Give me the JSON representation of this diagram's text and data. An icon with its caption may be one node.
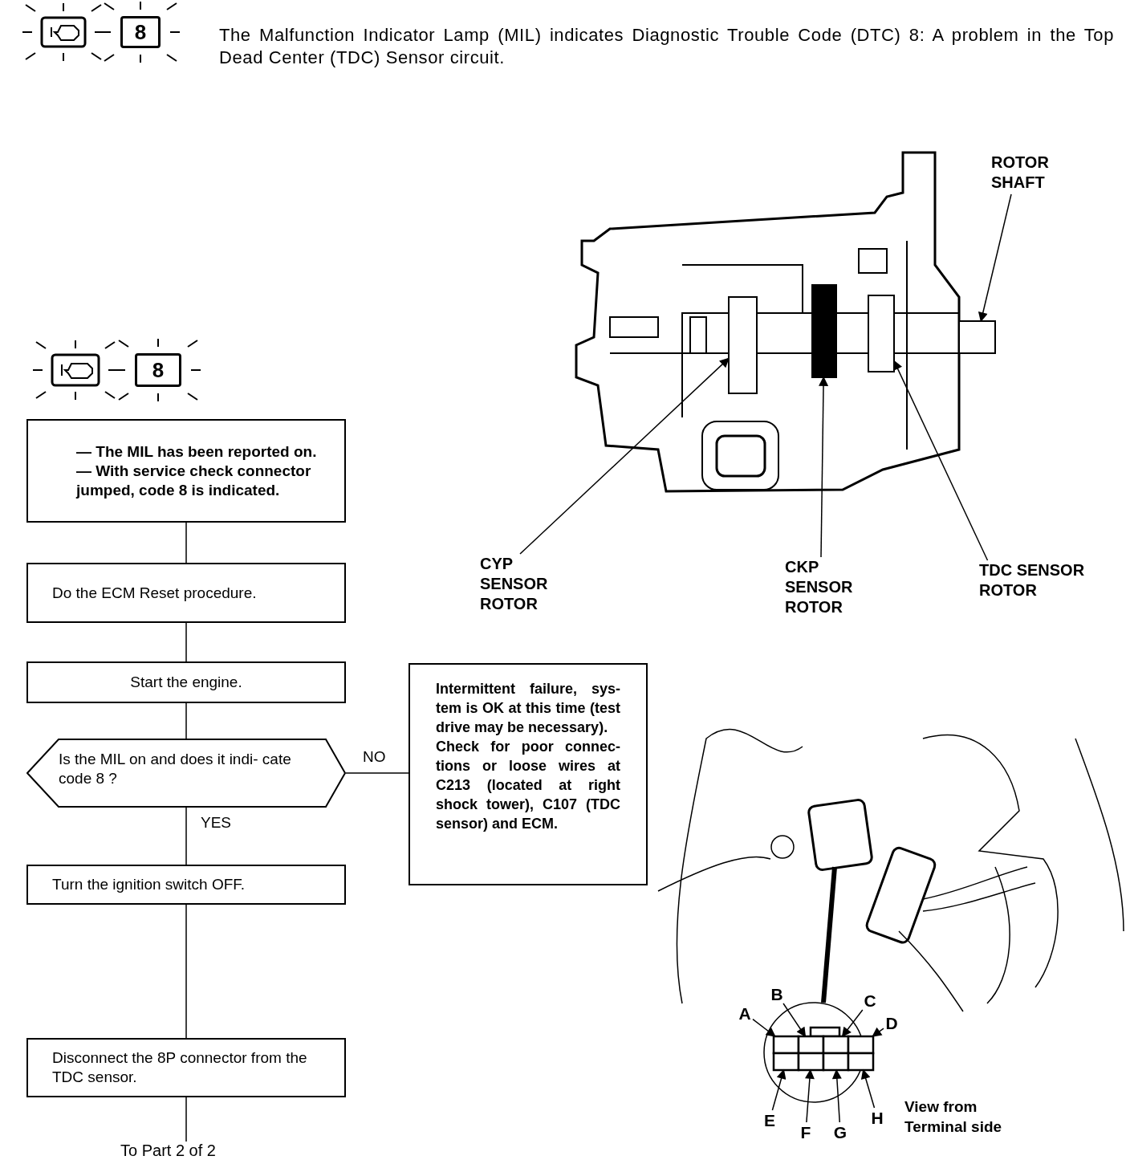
{
  "diagram": {
    "title": "The Malfunction Indicator Lamp (MIL) indicates Diagnostic Trouble Code (DTC) 8: A problem in the Top Dead Center (TDC) Sensor circuit.",
    "nodes": [
      {
        "text": [
          "8"
        ]
      },
      {
        "text": [
          "8"
        ]
      },
      {
        "text": [
          "— The MIL has been reported on.",
          "— With service check connector jumped, code 8 is indicated."
        ]
      },
      {
        "text": [
          "Do the ECM Reset procedure."
        ]
      },
      {
        "text": [
          "Start the engine."
        ]
      },
      {
        "text": [
          "Is the MIL on and does it indi- cate code 8 ?"
        ]
      },
      {
        "text": [
          "Intermittent failure, sys- tem is OK at this time (test drive may be necessary).",
          "Check for poor connec- tions or loose wires at C213 (located at right shock tower), C107 (TDC sensor) and ECM."
        ]
      },
      {
        "text": [
          "Turn the ignition switch OFF."
        ]
      },
      {
        "text": [
          "Disconnect the 8P connector from the TDC sensor."
        ]
      },
      {
        "text": [
          "To Part 2 of 2"
        ]
      },
      {
        "text": [
          "ROTOR SHAFT"
        ]
      },
      {
        "text": [
          "CYP SENSOR ROTOR"
        ]
      },
      {
        "text": [
          "CKP SENSOR ROTOR"
        ]
      },
      {
        "text": [
          "TDC SENSOR ROTOR"
        ]
      },
      {
        "text": [
          "A"
        ]
      },
      {
        "text": [
          "B"
        ]
      },
      {
        "text": [
          "C"
        ]
      },
      {
        "text": [
          "D"
        ]
      },
      {
        "text": [
          "E"
        ]
      },
      {
        "text": [
          "F"
        ]
      },
      {
        "text": [
          "G"
        ]
      },
      {
        "text": [
          "H"
        ]
      },
      {
        "text": [],
        "shape": "box"
      },
      {
        "text": [],
        "shape": "box"
      },
      {
        "text": [],
        "shape": "box"
      },
      {
        "text": [],
        "shape": "box"
      },
      {
        "text": [],
        "shape": "box"
      },
      {
        "text": [],
        "shape": "box"
      },
      {
        "text": [],
        "shape": "box"
      },
      {
        "text": [],
        "shape": "box"
      },
      {
        "text": [],
        "shape": "box"
      },
      {
        "text": [],
        "shape": "box"
      },
      {
        "text": [],
        "shape": "box"
      },
      {
        "text": [],
        "shape": "box"
      }
    ],
    "edges": [
      {
        "from": 2,
        "to": 3,
        "arrow": "none"
      },
      {
        "from": 3,
        "to": 4,
        "arrow": "none"
      },
      {
        "from": 4,
        "to": 5,
        "arrow": "none"
      },
      {
        "from": 5,
        "to": 6,
        "arrow": "none",
        "label": "NO"
      },
      {
        "from": 5,
        "to": 7,
        "arrow": "none",
        "label": "YES"
      },
      {
        "from": 7,
        "to": 8,
        "arrow": "none"
      },
      {
        "from": 8,
        "to": 9,
        "arrow": "none"
      },
      {
        "from": 10,
        "to": 25,
        "arrow": "to"
      },
      {
        "from": 11,
        "to": 22,
        "arrow": "to"
      },
      {
        "from": 12,
        "to": 23,
        "arrow": "to"
      },
      {
        "from": 13,
        "to": 24,
        "arrow": "to"
      },
      {
        "from": 14,
        "to": 26,
        "arrow": "to"
      },
      {
        "from": 15,
        "to": 27,
        "arrow": "to"
      },
      {
        "from": 16,
        "to": 28,
        "arrow": "to"
      },
      {
        "from": 17,
        "to": 29,
        "arrow": "to"
      },
      {
        "from": 18,
        "to": 30,
        "arrow": "to"
      },
      {
        "from": 19,
        "to": 31,
        "arrow": "to"
      },
      {
        "from": 20,
        "to": 32,
        "arrow": "to"
      },
      {
        "from": 21,
        "to": 33,
        "arrow": "to"
      }
    ],
    "labels": [
      "View from Terminal side"
    ]
  }
}
